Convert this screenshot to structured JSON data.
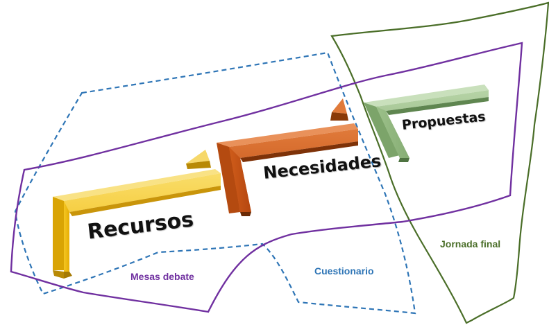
{
  "diagram": {
    "stages": [
      {
        "label": "Recursos",
        "color": "#f2c00e",
        "shade": "#b98c05",
        "top": "#f8dc6a"
      },
      {
        "label": "Necesidades",
        "color": "#c55614",
        "shade": "#7e3208",
        "top": "#e0874a"
      },
      {
        "label": "Propuestas",
        "color": "#8eb67e",
        "shade": "#5f8650",
        "top": "#b7d4a8"
      }
    ],
    "regions": [
      {
        "label": "Mesas debate",
        "color": "#7030a0"
      },
      {
        "label": "Cuestionario",
        "color": "#2e75b6"
      },
      {
        "label": "Jornada final",
        "color": "#4a6e28"
      }
    ]
  }
}
